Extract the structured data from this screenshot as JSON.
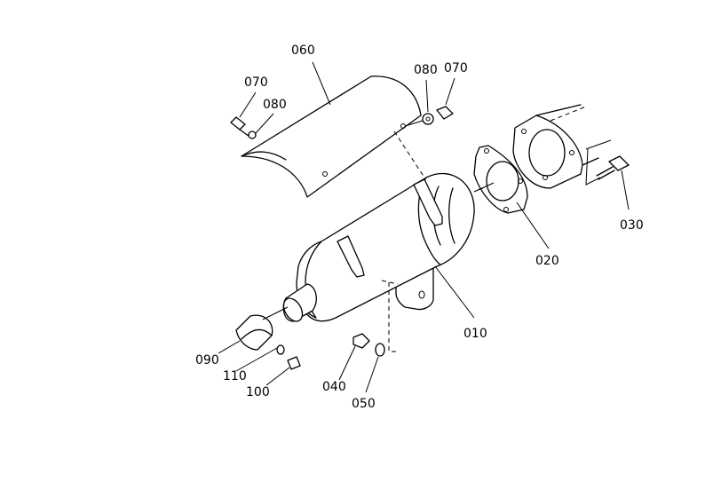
{
  "labels": {
    "p060": "060",
    "p070a": "070",
    "p080a": "080",
    "p080b": "080",
    "p070b": "070",
    "p030": "030",
    "p020": "020",
    "p010": "010",
    "p090": "090",
    "p110": "110",
    "p100": "100",
    "p040": "040",
    "p050": "050"
  }
}
